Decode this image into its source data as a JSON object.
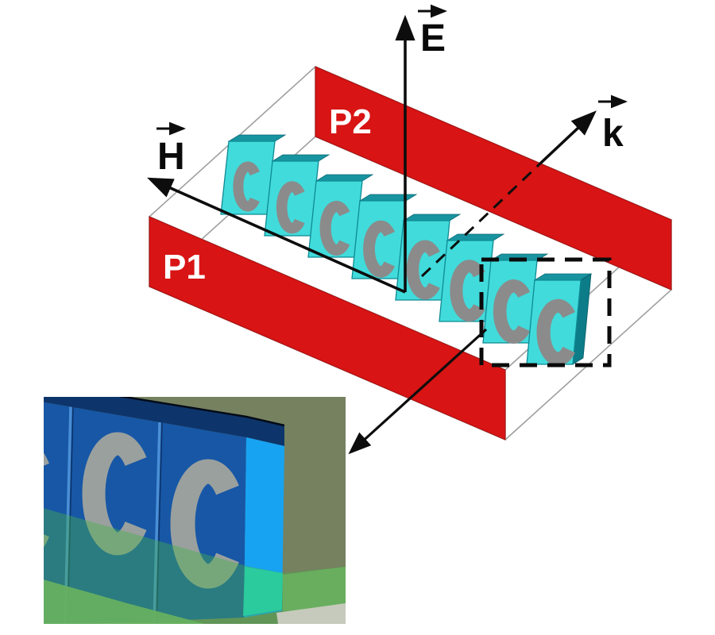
{
  "figure": {
    "type": "3d-schematic",
    "labels": {
      "e_field": "E",
      "h_field": "H",
      "wave_vector": "k",
      "plate_front": "P1",
      "plate_back": "P2"
    },
    "colors": {
      "plate_red": "#d81414",
      "plate_edge": "#a80f0f",
      "srr_face": "#41dbdb",
      "srr_top": "#1794a0",
      "srr_side": "#0c7c88",
      "srr_ring": "#8b8b8b",
      "box_line": "#9f9f9f",
      "arrow": "#0d0d0d",
      "inset_bg": "#76815f",
      "inset_slab": "#1757a6",
      "inset_slab_top": "#0d356b",
      "inset_ring": "#9aa09e",
      "inset_separator": "#4a8fd6",
      "inset_end_face": "#17a3f2",
      "inset_end_face_lower": "#2bcf9c",
      "inset_floor": "#68b160",
      "inset_plane": "#46b04c",
      "inset_ground_wedge": "#c6cabc"
    },
    "srr_chain": {
      "cell_count": 8
    },
    "inset": {
      "visible_ring_count": 3
    }
  }
}
